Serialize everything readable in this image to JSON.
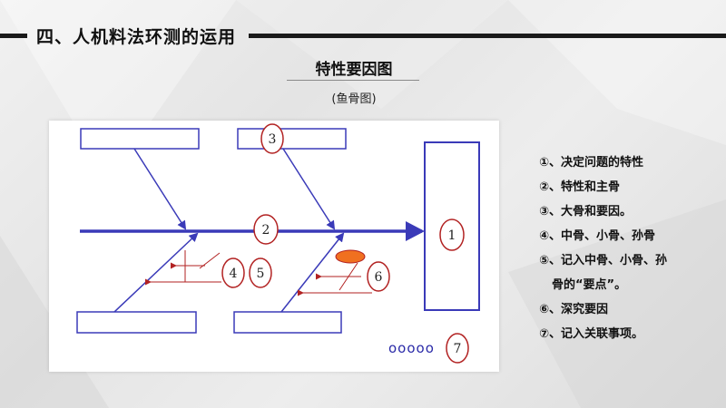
{
  "header": {
    "section_title": "四、人机料法环测的运用"
  },
  "slide": {
    "title": "特性要因图",
    "subtitle": "(鱼骨图)"
  },
  "diagram": {
    "markers": {
      "m1": "1",
      "m2": "2",
      "m3": "3",
      "m4": "4",
      "m5": "5",
      "m6": "6",
      "m7": "7"
    },
    "dots_text": "ooooo",
    "colors": {
      "spine": "#3a3ab8",
      "box": "#3a3ab8",
      "twig": "#b22222",
      "marker": "#b22222",
      "ellipse_fill": "#f07020"
    }
  },
  "legend": {
    "items": [
      "①、决定问题的特性",
      "②、特性和主骨",
      "③、大骨和要因。",
      "④、中骨、小骨、孙骨",
      "⑤、记入中骨、小骨、孙",
      "骨的“要点”。",
      "⑥、深究要因",
      "⑦、记入关联事项。"
    ]
  }
}
